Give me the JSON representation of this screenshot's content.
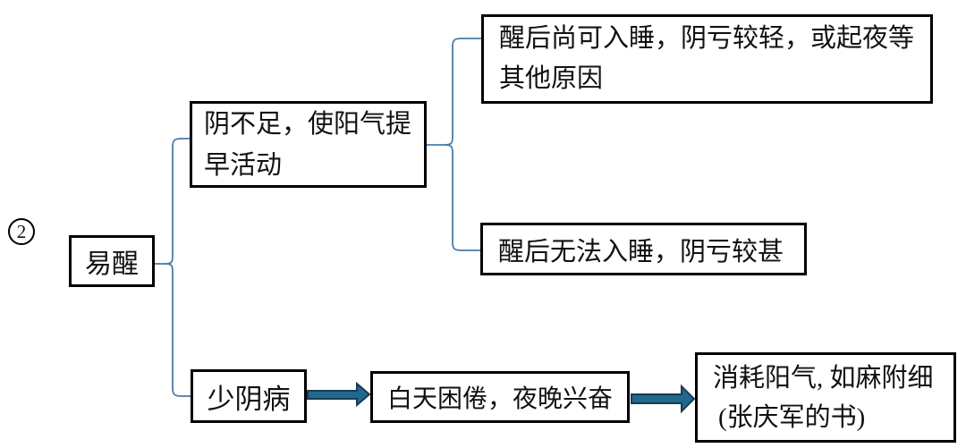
{
  "colors": {
    "background": "#ffffff",
    "box_border": "#000000",
    "text": "#111111",
    "connector": "#4a7ba6",
    "arrow_fill": "#1f6a8c",
    "arrow_stroke": "#1c3a54"
  },
  "diagram": {
    "index_label": "2",
    "nodes": {
      "root": {
        "lines": [
          "易醒"
        ]
      },
      "yin_deficiency": {
        "lines": [
          "阴不足，使阳气提",
          "早活动"
        ]
      },
      "wake_mild": {
        "lines": [
          "醒后尚可入睡，阴亏较轻，或起夜等",
          "其他原因"
        ]
      },
      "wake_severe": {
        "lines": [
          "醒后无法入睡，阴亏较甚"
        ]
      },
      "shaoyin": {
        "lines": [
          "少阴病"
        ]
      },
      "daytime": {
        "lines": [
          "白天困倦，夜晚兴奋"
        ]
      },
      "consume_yang": {
        "lines": [
          "消耗阳气, 如麻附细",
          "(张庆军的书)"
        ]
      }
    }
  }
}
